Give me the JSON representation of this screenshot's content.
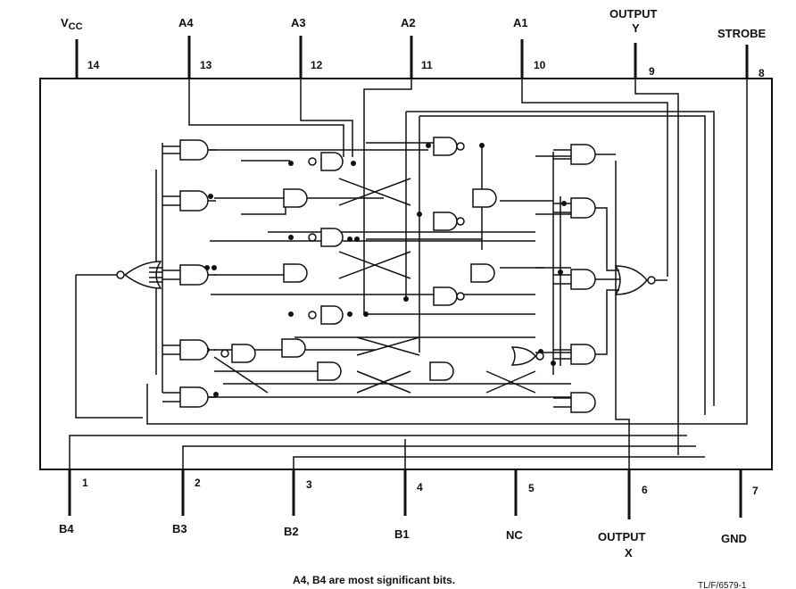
{
  "top_pins": [
    {
      "name": "VCC",
      "number": "14"
    },
    {
      "name": "A4",
      "number": "13"
    },
    {
      "name": "A3",
      "number": "12"
    },
    {
      "name": "A2",
      "number": "11"
    },
    {
      "name": "A1",
      "number": "10"
    },
    {
      "name_line1": "OUTPUT",
      "name_line2": "Y",
      "number": "9"
    },
    {
      "name": "STROBE",
      "number": "8"
    }
  ],
  "bottom_pins": [
    {
      "name": "B4",
      "number": "1"
    },
    {
      "name": "B3",
      "number": "2"
    },
    {
      "name": "B2",
      "number": "3"
    },
    {
      "name": "B1",
      "number": "4"
    },
    {
      "name": "NC",
      "number": "5"
    },
    {
      "name_line1": "OUTPUT",
      "name_line2": "X",
      "number": "6"
    },
    {
      "name": "GND",
      "number": "7"
    }
  ],
  "caption": "A4, B4 are most significant bits.",
  "reference": "TL/F/6579-1"
}
